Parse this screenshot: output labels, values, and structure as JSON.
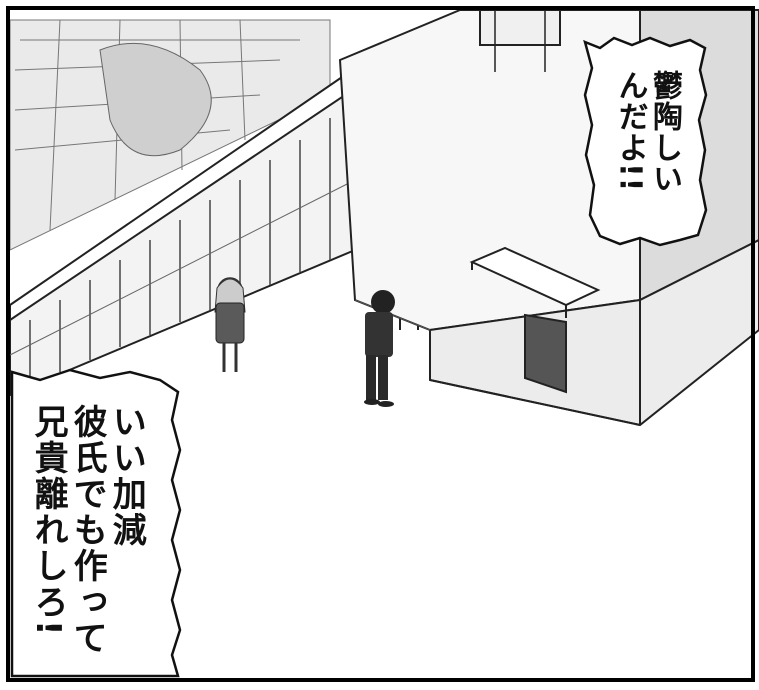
{
  "panel": {
    "speech_right": [
      "鬱陶しい",
      "んだよ!!"
    ],
    "speech_left": [
      "いい加減",
      "彼氏でも作って",
      "兄貴離れしろ!"
    ]
  }
}
